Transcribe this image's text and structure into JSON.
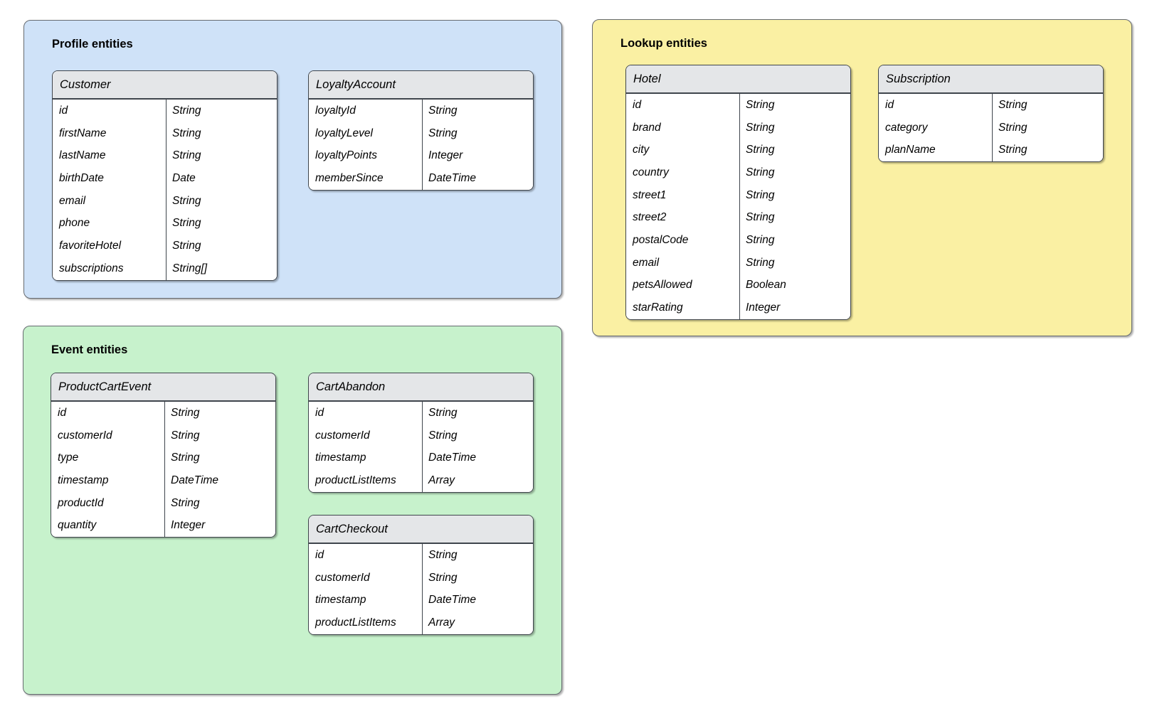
{
  "palette": {
    "table-border": "#3f454c",
    "header-fill": "#e4e6e8",
    "group-border": "#666b70"
  },
  "groups": [
    {
      "title": "Profile entities",
      "colors": {
        "fill": "#cfe2f8",
        "border": "#666b70"
      },
      "entities": {
        "customer": {
          "name": "Customer",
          "fields": [
            {
              "name": "id",
              "type": "String"
            },
            {
              "name": "firstName",
              "type": "String"
            },
            {
              "name": "lastName",
              "type": "String"
            },
            {
              "name": "birthDate",
              "type": "Date"
            },
            {
              "name": "email",
              "type": "String"
            },
            {
              "name": "phone",
              "type": "String"
            },
            {
              "name": "favoriteHotel",
              "type": "String"
            },
            {
              "name": "subscriptions",
              "type": "String[]"
            }
          ]
        },
        "loyaltyAccount": {
          "name": "LoyaltyAccount",
          "fields": [
            {
              "name": "loyaltyId",
              "type": "String"
            },
            {
              "name": "loyaltyLevel",
              "type": "String"
            },
            {
              "name": "loyaltyPoints",
              "type": "Integer"
            },
            {
              "name": "memberSince",
              "type": "DateTime"
            }
          ]
        }
      }
    },
    {
      "title": "Lookup entities",
      "colors": {
        "fill": "#faf0a3",
        "border": "#666b70"
      },
      "entities": {
        "hotel": {
          "name": "Hotel",
          "fields": [
            {
              "name": "id",
              "type": "String"
            },
            {
              "name": "brand",
              "type": "String"
            },
            {
              "name": "city",
              "type": "String"
            },
            {
              "name": "country",
              "type": "String"
            },
            {
              "name": "street1",
              "type": "String"
            },
            {
              "name": "street2",
              "type": "String"
            },
            {
              "name": "postalCode",
              "type": "String"
            },
            {
              "name": "email",
              "type": "String"
            },
            {
              "name": "petsAllowed",
              "type": "Boolean"
            },
            {
              "name": "starRating",
              "type": "Integer"
            }
          ]
        },
        "subscription": {
          "name": "Subscription",
          "fields": [
            {
              "name": "id",
              "type": "String"
            },
            {
              "name": "category",
              "type": "String"
            },
            {
              "name": "planName",
              "type": "String"
            }
          ]
        }
      }
    },
    {
      "title": "Event entities",
      "colors": {
        "fill": "#c7f2cc",
        "border": "#666b70"
      },
      "entities": {
        "productCartEvent": {
          "name": "ProductCartEvent",
          "fields": [
            {
              "name": "id",
              "type": "String"
            },
            {
              "name": "customerId",
              "type": "String"
            },
            {
              "name": "type",
              "type": "String"
            },
            {
              "name": "timestamp",
              "type": "DateTime"
            },
            {
              "name": "productId",
              "type": "String"
            },
            {
              "name": "quantity",
              "type": "Integer"
            }
          ]
        },
        "cartAbandon": {
          "name": "CartAbandon",
          "fields": [
            {
              "name": "id",
              "type": "String"
            },
            {
              "name": "customerId",
              "type": "String"
            },
            {
              "name": "timestamp",
              "type": "DateTime"
            },
            {
              "name": "productListItems",
              "type": "Array"
            }
          ]
        },
        "cartCheckout": {
          "name": "CartCheckout",
          "fields": [
            {
              "name": "id",
              "type": "String"
            },
            {
              "name": "customerId",
              "type": "String"
            },
            {
              "name": "timestamp",
              "type": "DateTime"
            },
            {
              "name": "productListItems",
              "type": "Array"
            }
          ]
        }
      }
    }
  ]
}
